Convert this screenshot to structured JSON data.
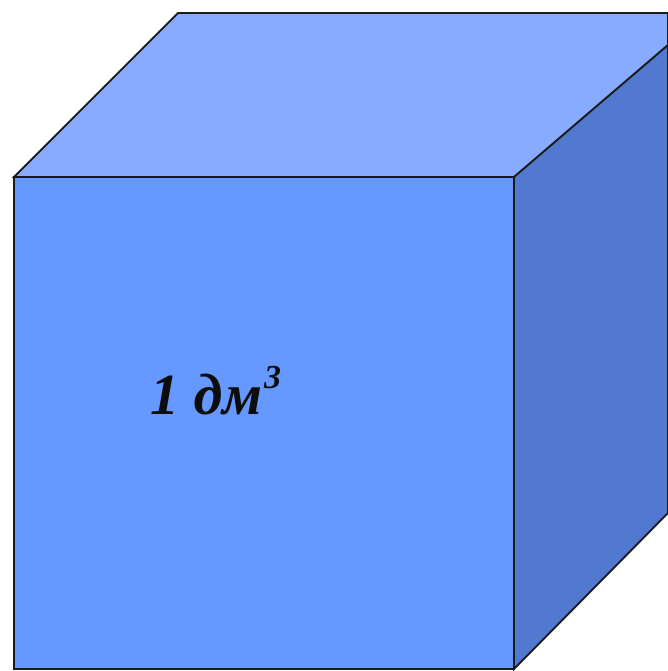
{
  "cube": {
    "label_number": "1",
    "label_unit": "дм",
    "label_exponent": "3",
    "colors": {
      "front_face": "#6699ff",
      "top_face": "#86abff",
      "side_face": "#5179d0",
      "outline": "#1a1a1a",
      "label_text": "#0d0d0d"
    }
  }
}
